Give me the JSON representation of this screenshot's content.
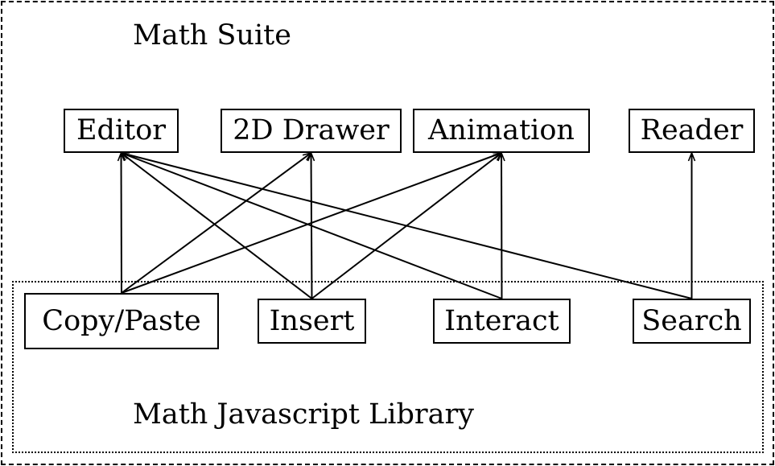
{
  "diagram": {
    "suite": {
      "label": "Math Suite",
      "nodes": [
        {
          "id": "editor",
          "label": "Editor"
        },
        {
          "id": "drawer",
          "label": "2D Drawer"
        },
        {
          "id": "animation",
          "label": "Animation"
        },
        {
          "id": "reader",
          "label": "Reader"
        }
      ]
    },
    "library": {
      "label": "Math Javascript Library",
      "nodes": [
        {
          "id": "copy",
          "label": "Copy/Paste"
        },
        {
          "id": "insert",
          "label": "Insert"
        },
        {
          "id": "interact",
          "label": "Interact"
        },
        {
          "id": "search",
          "label": "Search"
        }
      ]
    },
    "edges": [
      {
        "from": "copy",
        "to": "editor"
      },
      {
        "from": "copy",
        "to": "drawer"
      },
      {
        "from": "copy",
        "to": "animation"
      },
      {
        "from": "insert",
        "to": "editor"
      },
      {
        "from": "insert",
        "to": "drawer"
      },
      {
        "from": "insert",
        "to": "animation"
      },
      {
        "from": "interact",
        "to": "editor"
      },
      {
        "from": "interact",
        "to": "animation"
      },
      {
        "from": "search",
        "to": "editor"
      },
      {
        "from": "search",
        "to": "reader"
      }
    ],
    "colors": {
      "stroke": "#000000",
      "background": "#ffffff"
    }
  }
}
